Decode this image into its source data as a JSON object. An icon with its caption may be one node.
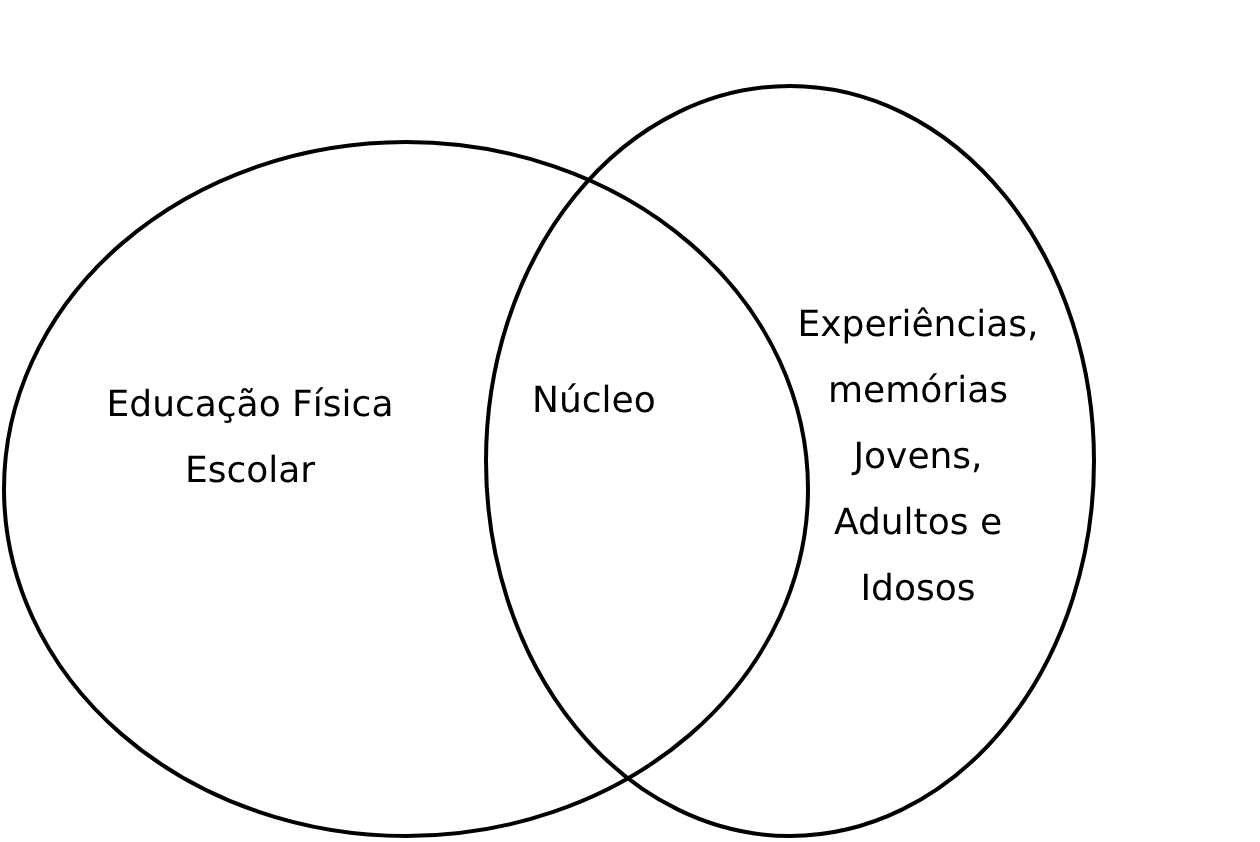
{
  "diagram": {
    "nodes": [
      {
        "text": [
          "Educação Física Escolar"
        ]
      },
      {
        "text": [
          "Experiências, memórias Jovens, Adultos e Idosos"
        ]
      }
    ],
    "labels": [
      "Núcleo"
    ]
  }
}
